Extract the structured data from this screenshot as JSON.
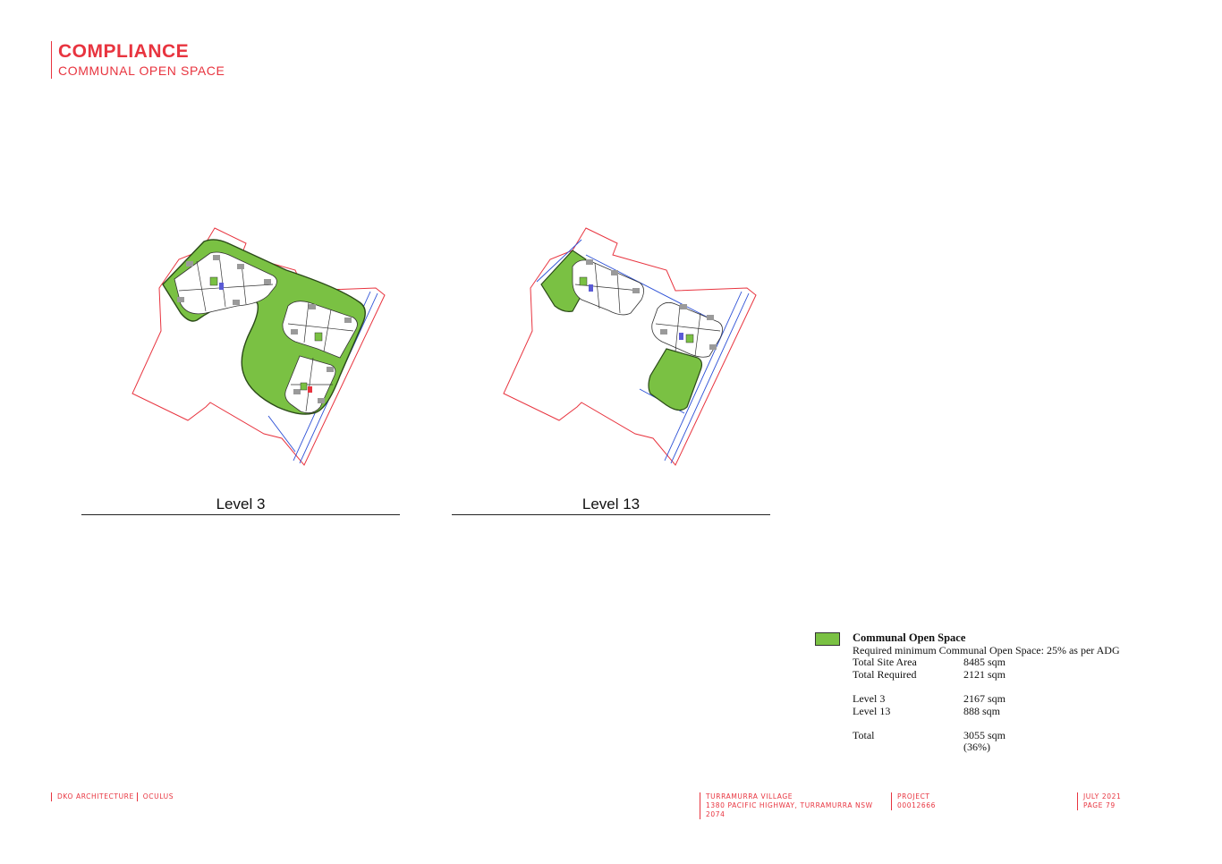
{
  "header": {
    "title": "COMPLIANCE",
    "subtitle": "COMMUNAL OPEN SPACE"
  },
  "plans": [
    {
      "label": "Level 3"
    },
    {
      "label": "Level 13"
    }
  ],
  "colors": {
    "accent": "#e8343f",
    "open_space_green": "#7ac143",
    "boundary_red": "#e8343f",
    "setback_blue": "#2b4fd6"
  },
  "legend": {
    "heading": "Communal Open Space",
    "description": "Required minimum Communal Open Space: 25% as per ADG",
    "rows": [
      {
        "label": "Total Site Area",
        "value": "8485 sqm"
      },
      {
        "label": "Total Required",
        "value": "2121 sqm"
      }
    ],
    "levels": [
      {
        "label": "Level 3",
        "value": "2167 sqm"
      },
      {
        "label": "Level 13",
        "value": "888 sqm"
      }
    ],
    "total": {
      "label": "Total",
      "value": "3055 sqm",
      "percent": "(36%)"
    }
  },
  "footer": {
    "firm": "DKO ARCHITECTURE",
    "client": "OCULUS",
    "project_name": "TURRAMURRA VILLAGE",
    "address": "1380 PACIFIC HIGHWAY, TURRAMURRA NSW 2074",
    "project_label": "PROJECT",
    "project_number": "00012666",
    "date": "JULY 2021",
    "page": "PAGE 79"
  }
}
